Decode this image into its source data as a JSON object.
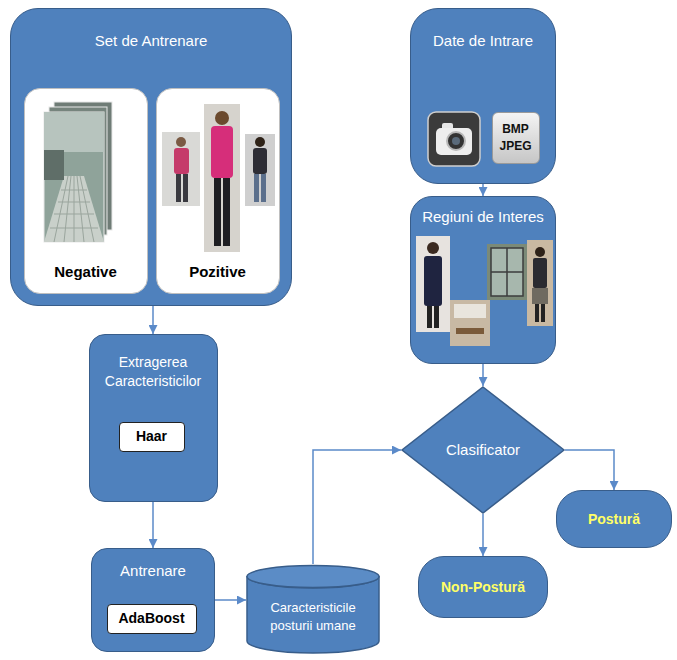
{
  "diagram": {
    "nodes": [
      {
        "text": [
          "Set de Antrenare"
        ]
      },
      {
        "text": [
          "Negative"
        ],
        "in": 0
      },
      {
        "text": [
          "Pozitive"
        ],
        "in": 0
      },
      {
        "text": [
          "Date de Intrare"
        ]
      },
      {
        "text": [
          "BMP JPEG"
        ],
        "in": 3
      },
      {
        "text": [
          "Regiuni de Interes"
        ]
      },
      {
        "text": [
          "Extragerea Caracteristicilor"
        ]
      },
      {
        "text": [
          "Haar"
        ],
        "in": 6
      },
      {
        "text": [
          "Antrenare"
        ]
      },
      {
        "text": [
          "AdaBoost"
        ],
        "in": 8
      },
      {
        "text": [
          "Caracteristicile posturii umane"
        ]
      },
      {
        "text": [
          "Clasificator"
        ]
      },
      {
        "text": [
          "Postură"
        ]
      },
      {
        "text": [
          "Non-Postură"
        ]
      }
    ],
    "edges": [
      {
        "from": 0,
        "to": 6,
        "arrow": "to"
      },
      {
        "from": 6,
        "to": 8,
        "arrow": "to"
      },
      {
        "from": 8,
        "to": 10,
        "arrow": "to"
      },
      {
        "from": 10,
        "to": 11,
        "arrow": "to"
      },
      {
        "from": 3,
        "to": 5,
        "arrow": "to"
      },
      {
        "from": 5,
        "to": 11,
        "arrow": "to"
      },
      {
        "from": 11,
        "to": 12,
        "arrow": "to"
      },
      {
        "from": 11,
        "to": 13,
        "arrow": "to"
      }
    ]
  }
}
